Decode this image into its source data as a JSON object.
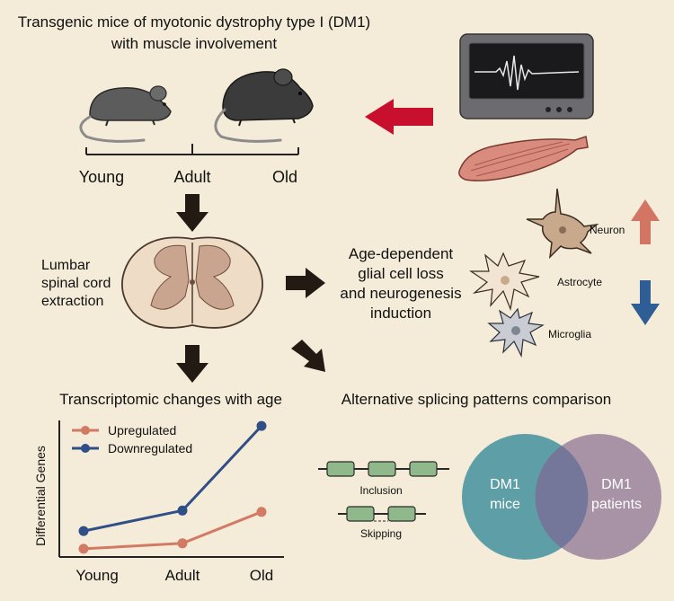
{
  "title": {
    "line1": "Transgenic mice of myotonic dystrophy type I (DM1)",
    "line2": "with muscle involvement"
  },
  "ages": [
    "Young",
    "Adult",
    "Old"
  ],
  "spinal_cord": {
    "line1": "Lumbar",
    "line2": "spinal cord",
    "line3": "extraction"
  },
  "glial": {
    "line1": "Age-dependent",
    "line2": "glial cell loss",
    "line3": "and neurogenesis",
    "line4": "induction"
  },
  "cells": {
    "neuron": "Neuron",
    "astrocyte": "Astrocyte",
    "microglia": "Microglia"
  },
  "transcriptomic_title": "Transcriptomic changes with age",
  "splicing": {
    "title": "Alternative splicing patterns comparison",
    "inclusion": "Inclusion",
    "skipping": "Skipping"
  },
  "venn": {
    "left": {
      "line1": "DM1",
      "line2": "mice"
    },
    "right": {
      "line1": "DM1",
      "line2": "patients"
    }
  },
  "colors": {
    "background": "#f4ecd8",
    "up_arrow": "#d27563",
    "down_arrow": "#2f5d96",
    "red_arrow": "#c8102e",
    "upregulated": "#d27a63",
    "downregulated": "#2f4f86",
    "venn_left": "#5e9ea6",
    "venn_right": "#a892a6",
    "exon": "#8fb98a"
  },
  "chart_data": {
    "type": "line",
    "categories": [
      "Young",
      "Adult",
      "Old"
    ],
    "ylabel": "Differential Genes",
    "xlabel": "",
    "ylim": [
      0,
      10
    ],
    "legend": "top-left",
    "grid": false,
    "series": [
      {
        "name": "Upregulated",
        "color": "#d27a63",
        "values": [
          0.6,
          1.0,
          3.3
        ]
      },
      {
        "name": "Downregulated",
        "color": "#2f4f86",
        "values": [
          1.9,
          3.4,
          9.6
        ]
      }
    ]
  }
}
